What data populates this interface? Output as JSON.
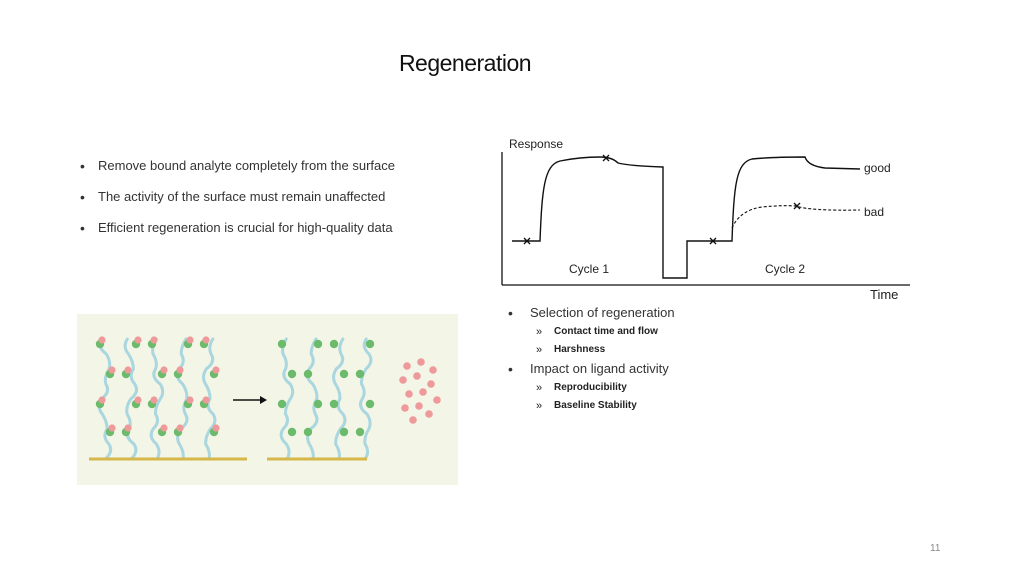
{
  "slide": {
    "title": "Regeneration",
    "page_number": "11"
  },
  "bullets": [
    "Remove bound analyte completely from the surface",
    "The activity of the surface must remain unaffected",
    "Efficient regeneration is crucial for high-quality data"
  ],
  "graph": {
    "y_label": "Response",
    "x_label": "Time",
    "cycle1_label": "Cycle  1",
    "cycle2_label": "Cycle  2",
    "good_label": "good",
    "bad_label": "bad"
  },
  "considerations": {
    "items": [
      {
        "label": "Selection of regeneration",
        "subitems": [
          "Contact time and flow",
          "Harshness"
        ]
      },
      {
        "label": "Impact on ligand activity",
        "subitems": [
          "Reproducibility",
          "Baseline Stability"
        ]
      }
    ]
  },
  "colors": {
    "fiber": "#a9d6df",
    "surface": "#d6b84a",
    "analyte": "#ef9a9a",
    "ligand": "#6cbb6c",
    "background": "#f3f5e7"
  }
}
